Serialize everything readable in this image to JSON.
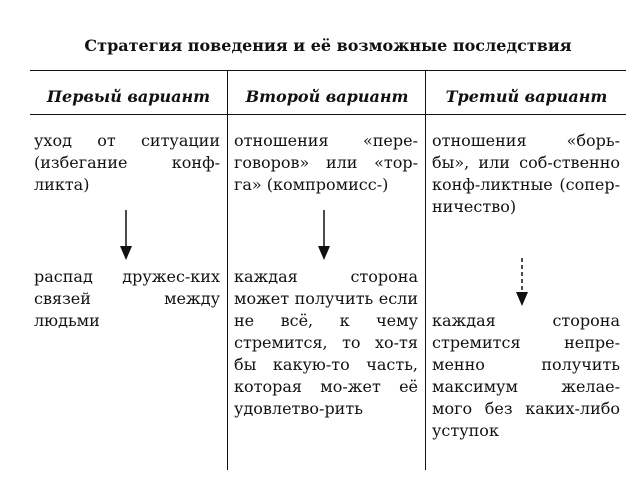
{
  "table": {
    "title": "Стратегия поведения и её возможные последствия",
    "columns": [
      "Первый вариант",
      "Второй вариант",
      "Третий вариант"
    ],
    "rows": [
      [
        "уход от ситуации (избегание конф-ликта)",
        "отношения «пере-говоров» или «тор-га» (компромисс-)",
        "отношения «борь-бы», или соб-ственно конф-ликтные (сопер-ничество)"
      ],
      [
        "распад дружес-ких связей между людьми",
        "каждая сторона может получить если не всё, к чему стремится, то хо-тя бы какую-то часть, которая мо-жет её удовлетво-рить",
        "каждая сторона стремится непре-менно получить максимум желае-мого без каких-либо уступок"
      ]
    ]
  }
}
